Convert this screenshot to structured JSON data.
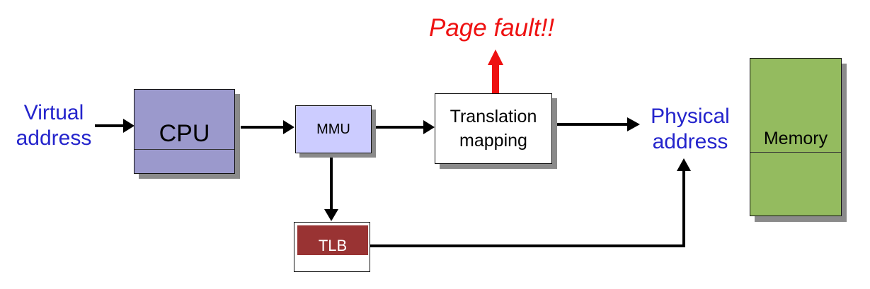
{
  "labels": {
    "virtual_address": [
      "Virtual",
      "address"
    ],
    "physical_address": [
      "Physical",
      "address"
    ],
    "page_fault": "Page fault!!"
  },
  "boxes": {
    "cpu": "CPU",
    "mmu": "MMU",
    "translation": [
      "Translation",
      "mapping"
    ],
    "tlb": "TLB",
    "memory": "Memory"
  },
  "colors": {
    "label_blue": "#2424cc",
    "page_fault_red": "#ee1111",
    "cpu_fill": "#9b99cc",
    "mmu_fill": "#ccccff",
    "tlb_fill": "#993333",
    "memory_fill": "#94bb5f",
    "arrow": "#000000"
  }
}
